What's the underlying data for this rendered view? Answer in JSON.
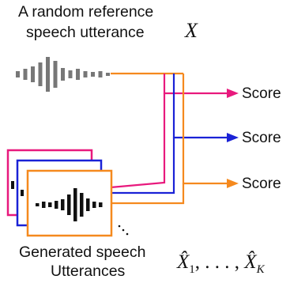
{
  "reference": {
    "caption_line1": "A random reference",
    "caption_line2": "speech utterance",
    "symbol": "X"
  },
  "generated": {
    "caption_line1": "Generated speech",
    "caption_line2": "Utterances",
    "symbol": "X̂₁, . . . , X̂_K",
    "ellipsis": "..."
  },
  "outputs": [
    {
      "label": "Score",
      "color": "#e8197d"
    },
    {
      "label": "Score",
      "color": "#1a22d6"
    },
    {
      "label": "Score",
      "color": "#f5891e"
    }
  ],
  "colors": {
    "waveform": "#777777",
    "generated_waveform": "#111111",
    "card_border": "#f5891e",
    "card_fill": "#ffffff"
  }
}
